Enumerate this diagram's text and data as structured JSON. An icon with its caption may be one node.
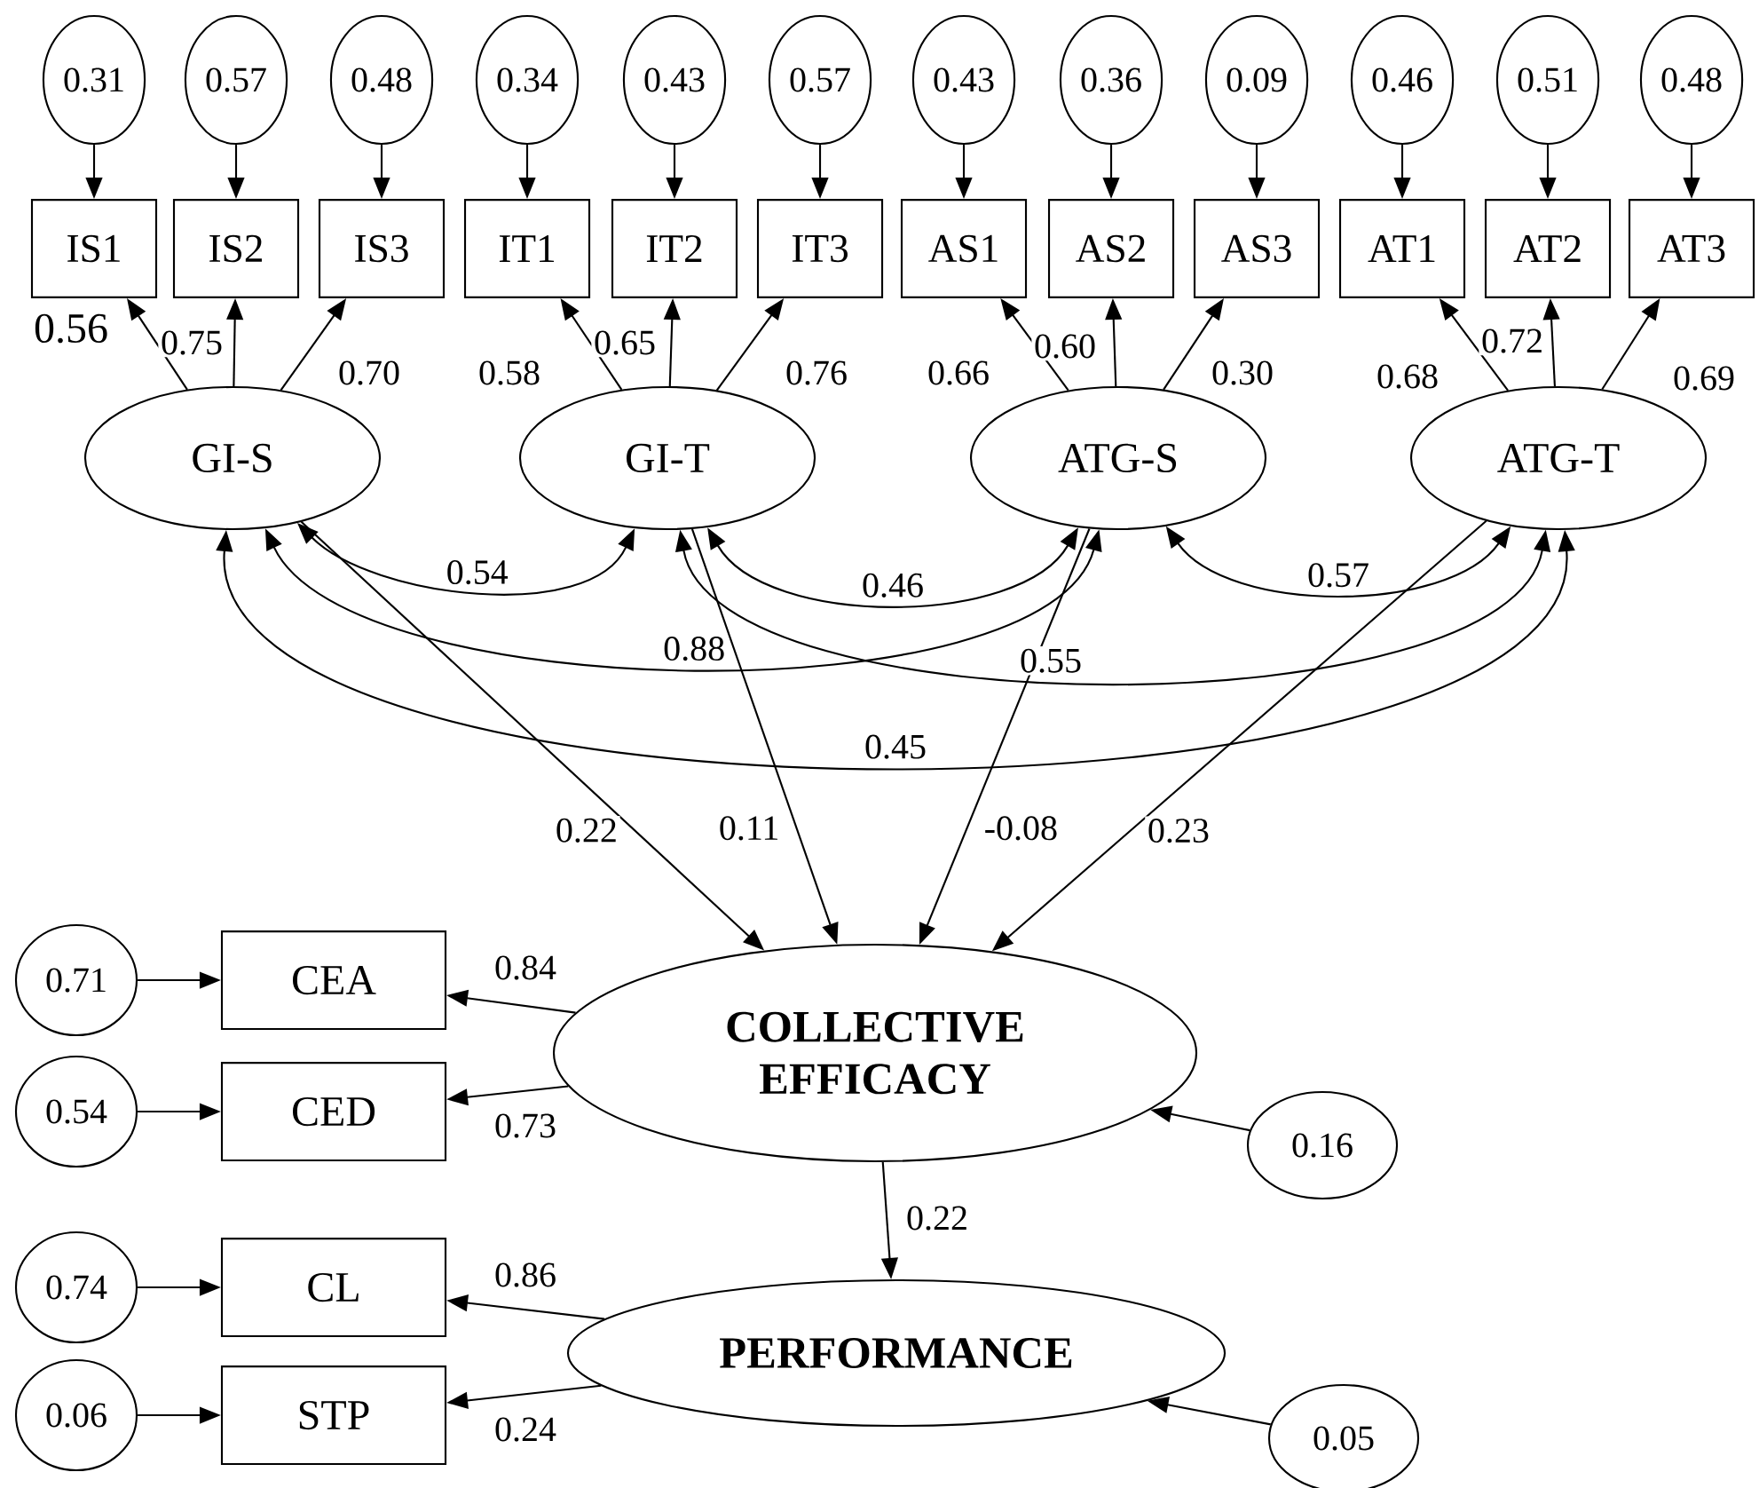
{
  "diagram": {
    "nodes": [
      {
        "text": [
          "0.31"
        ]
      },
      {
        "text": [
          "0.57"
        ]
      },
      {
        "text": [
          "0.48"
        ]
      },
      {
        "text": [
          "0.34"
        ]
      },
      {
        "text": [
          "0.43"
        ]
      },
      {
        "text": [
          "0.57"
        ]
      },
      {
        "text": [
          "0.43"
        ]
      },
      {
        "text": [
          "0.36"
        ]
      },
      {
        "text": [
          "0.09"
        ]
      },
      {
        "text": [
          "0.46"
        ]
      },
      {
        "text": [
          "0.51"
        ]
      },
      {
        "text": [
          "0.48"
        ]
      },
      {
        "text": [
          "IS1"
        ]
      },
      {
        "text": [
          "IS2"
        ]
      },
      {
        "text": [
          "IS3"
        ]
      },
      {
        "text": [
          "IT1"
        ]
      },
      {
        "text": [
          "IT2"
        ]
      },
      {
        "text": [
          "IT3"
        ]
      },
      {
        "text": [
          "AS1"
        ]
      },
      {
        "text": [
          "AS2"
        ]
      },
      {
        "text": [
          "AS3"
        ]
      },
      {
        "text": [
          "AT1"
        ]
      },
      {
        "text": [
          "AT2"
        ]
      },
      {
        "text": [
          "AT3"
        ]
      },
      {
        "text": [
          "GI-S"
        ]
      },
      {
        "text": [
          "GI-T"
        ]
      },
      {
        "text": [
          "ATG-S"
        ]
      },
      {
        "text": [
          "ATG-T"
        ]
      },
      {
        "text": [
          "COLLECTIVE EFFICACY"
        ]
      },
      {
        "text": [
          "PERFORMANCE"
        ]
      },
      {
        "text": [
          "CEA"
        ]
      },
      {
        "text": [
          "CED"
        ]
      },
      {
        "text": [
          "CL"
        ]
      },
      {
        "text": [
          "STP"
        ]
      },
      {
        "text": [
          "0.71"
        ]
      },
      {
        "text": [
          "0.54"
        ]
      },
      {
        "text": [
          "0.74"
        ]
      },
      {
        "text": [
          "0.06"
        ]
      },
      {
        "text": [
          "0.16"
        ]
      },
      {
        "text": [
          "0.05"
        ]
      }
    ],
    "edges": [
      {
        "from": 0,
        "to": 12,
        "arrow": "to"
      },
      {
        "from": 1,
        "to": 13,
        "arrow": "to"
      },
      {
        "from": 2,
        "to": 14,
        "arrow": "to"
      },
      {
        "from": 3,
        "to": 15,
        "arrow": "to"
      },
      {
        "from": 4,
        "to": 16,
        "arrow": "to"
      },
      {
        "from": 5,
        "to": 17,
        "arrow": "to"
      },
      {
        "from": 6,
        "to": 18,
        "arrow": "to"
      },
      {
        "from": 7,
        "to": 19,
        "arrow": "to"
      },
      {
        "from": 8,
        "to": 20,
        "arrow": "to"
      },
      {
        "from": 9,
        "to": 21,
        "arrow": "to"
      },
      {
        "from": 10,
        "to": 22,
        "arrow": "to"
      },
      {
        "from": 11,
        "to": 23,
        "arrow": "to"
      },
      {
        "from": 24,
        "to": 12,
        "arrow": "to",
        "label": "0.56"
      },
      {
        "from": 24,
        "to": 13,
        "arrow": "to",
        "label": "0.75"
      },
      {
        "from": 24,
        "to": 14,
        "arrow": "to",
        "label": "0.70"
      },
      {
        "from": 25,
        "to": 15,
        "arrow": "to",
        "label": "0.58"
      },
      {
        "from": 25,
        "to": 16,
        "arrow": "to",
        "label": "0.65"
      },
      {
        "from": 25,
        "to": 17,
        "arrow": "to",
        "label": "0.76"
      },
      {
        "from": 26,
        "to": 18,
        "arrow": "to",
        "label": "0.66"
      },
      {
        "from": 26,
        "to": 19,
        "arrow": "to",
        "label": "0.60"
      },
      {
        "from": 26,
        "to": 20,
        "arrow": "to",
        "label": "0.30"
      },
      {
        "from": 27,
        "to": 21,
        "arrow": "to",
        "label": "0.68"
      },
      {
        "from": 27,
        "to": 22,
        "arrow": "to",
        "label": "0.72"
      },
      {
        "from": 27,
        "to": 23,
        "arrow": "to",
        "label": "0.69"
      },
      {
        "from": 24,
        "to": 25,
        "arrow": "both",
        "label": "0.54"
      },
      {
        "from": 25,
        "to": 26,
        "arrow": "both",
        "label": "0.46"
      },
      {
        "from": 26,
        "to": 27,
        "arrow": "both",
        "label": "0.57"
      },
      {
        "from": 24,
        "to": 26,
        "arrow": "both",
        "label": "0.88"
      },
      {
        "from": 25,
        "to": 27,
        "arrow": "both",
        "label": "0.55"
      },
      {
        "from": 24,
        "to": 27,
        "arrow": "both",
        "label": "0.45"
      },
      {
        "from": 24,
        "to": 28,
        "arrow": "to",
        "label": "0.22"
      },
      {
        "from": 25,
        "to": 28,
        "arrow": "to",
        "label": "0.11"
      },
      {
        "from": 26,
        "to": 28,
        "arrow": "to",
        "label": "-0.08"
      },
      {
        "from": 27,
        "to": 28,
        "arrow": "to",
        "label": "0.23"
      },
      {
        "from": 28,
        "to": 30,
        "arrow": "to",
        "label": "0.84"
      },
      {
        "from": 28,
        "to": 31,
        "arrow": "to",
        "label": "0.73"
      },
      {
        "from": 28,
        "to": 29,
        "arrow": "to",
        "label": "0.22"
      },
      {
        "from": 29,
        "to": 32,
        "arrow": "to",
        "label": "0.86"
      },
      {
        "from": 29,
        "to": 33,
        "arrow": "to",
        "label": "0.24"
      },
      {
        "from": 34,
        "to": 30,
        "arrow": "to"
      },
      {
        "from": 35,
        "to": 31,
        "arrow": "to"
      },
      {
        "from": 36,
        "to": 32,
        "arrow": "to"
      },
      {
        "from": 37,
        "to": 33,
        "arrow": "to"
      },
      {
        "from": 38,
        "to": 28,
        "arrow": "to"
      },
      {
        "from": 39,
        "to": 29,
        "arrow": "to"
      }
    ]
  }
}
